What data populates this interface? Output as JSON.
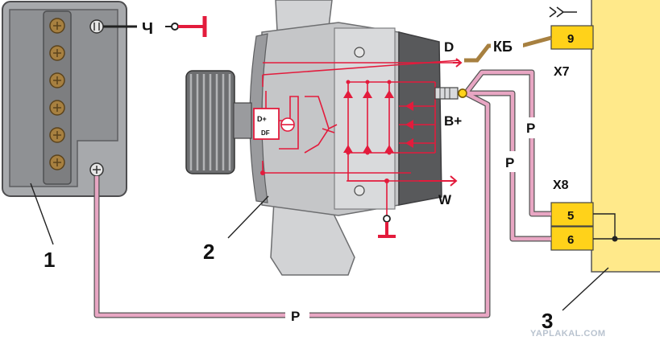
{
  "labels": {
    "ground_wire": "Ч",
    "d_terminal": "D",
    "kb": "КБ",
    "x7": "X7",
    "b_plus": "B+",
    "w_terminal": "W",
    "x8": "X8",
    "p1": "P",
    "p2": "P",
    "p3": "P",
    "regulator_dplus": "D+",
    "regulator_df": "DF"
  },
  "pins": {
    "pin9": "9",
    "pin5": "5",
    "pin6": "6"
  },
  "callouts": {
    "n1": "1",
    "n2": "2",
    "n3": "3"
  },
  "watermark": "YAPLAKAL.COM",
  "colors": {
    "red": "#e31b3c",
    "pink": "#e8a6c3",
    "yellow": "#ffe98a",
    "pin_yellow": "#ffd21a",
    "gray": "#a7a9ac",
    "dark_gray": "#58595b",
    "brass": "#a78040"
  }
}
